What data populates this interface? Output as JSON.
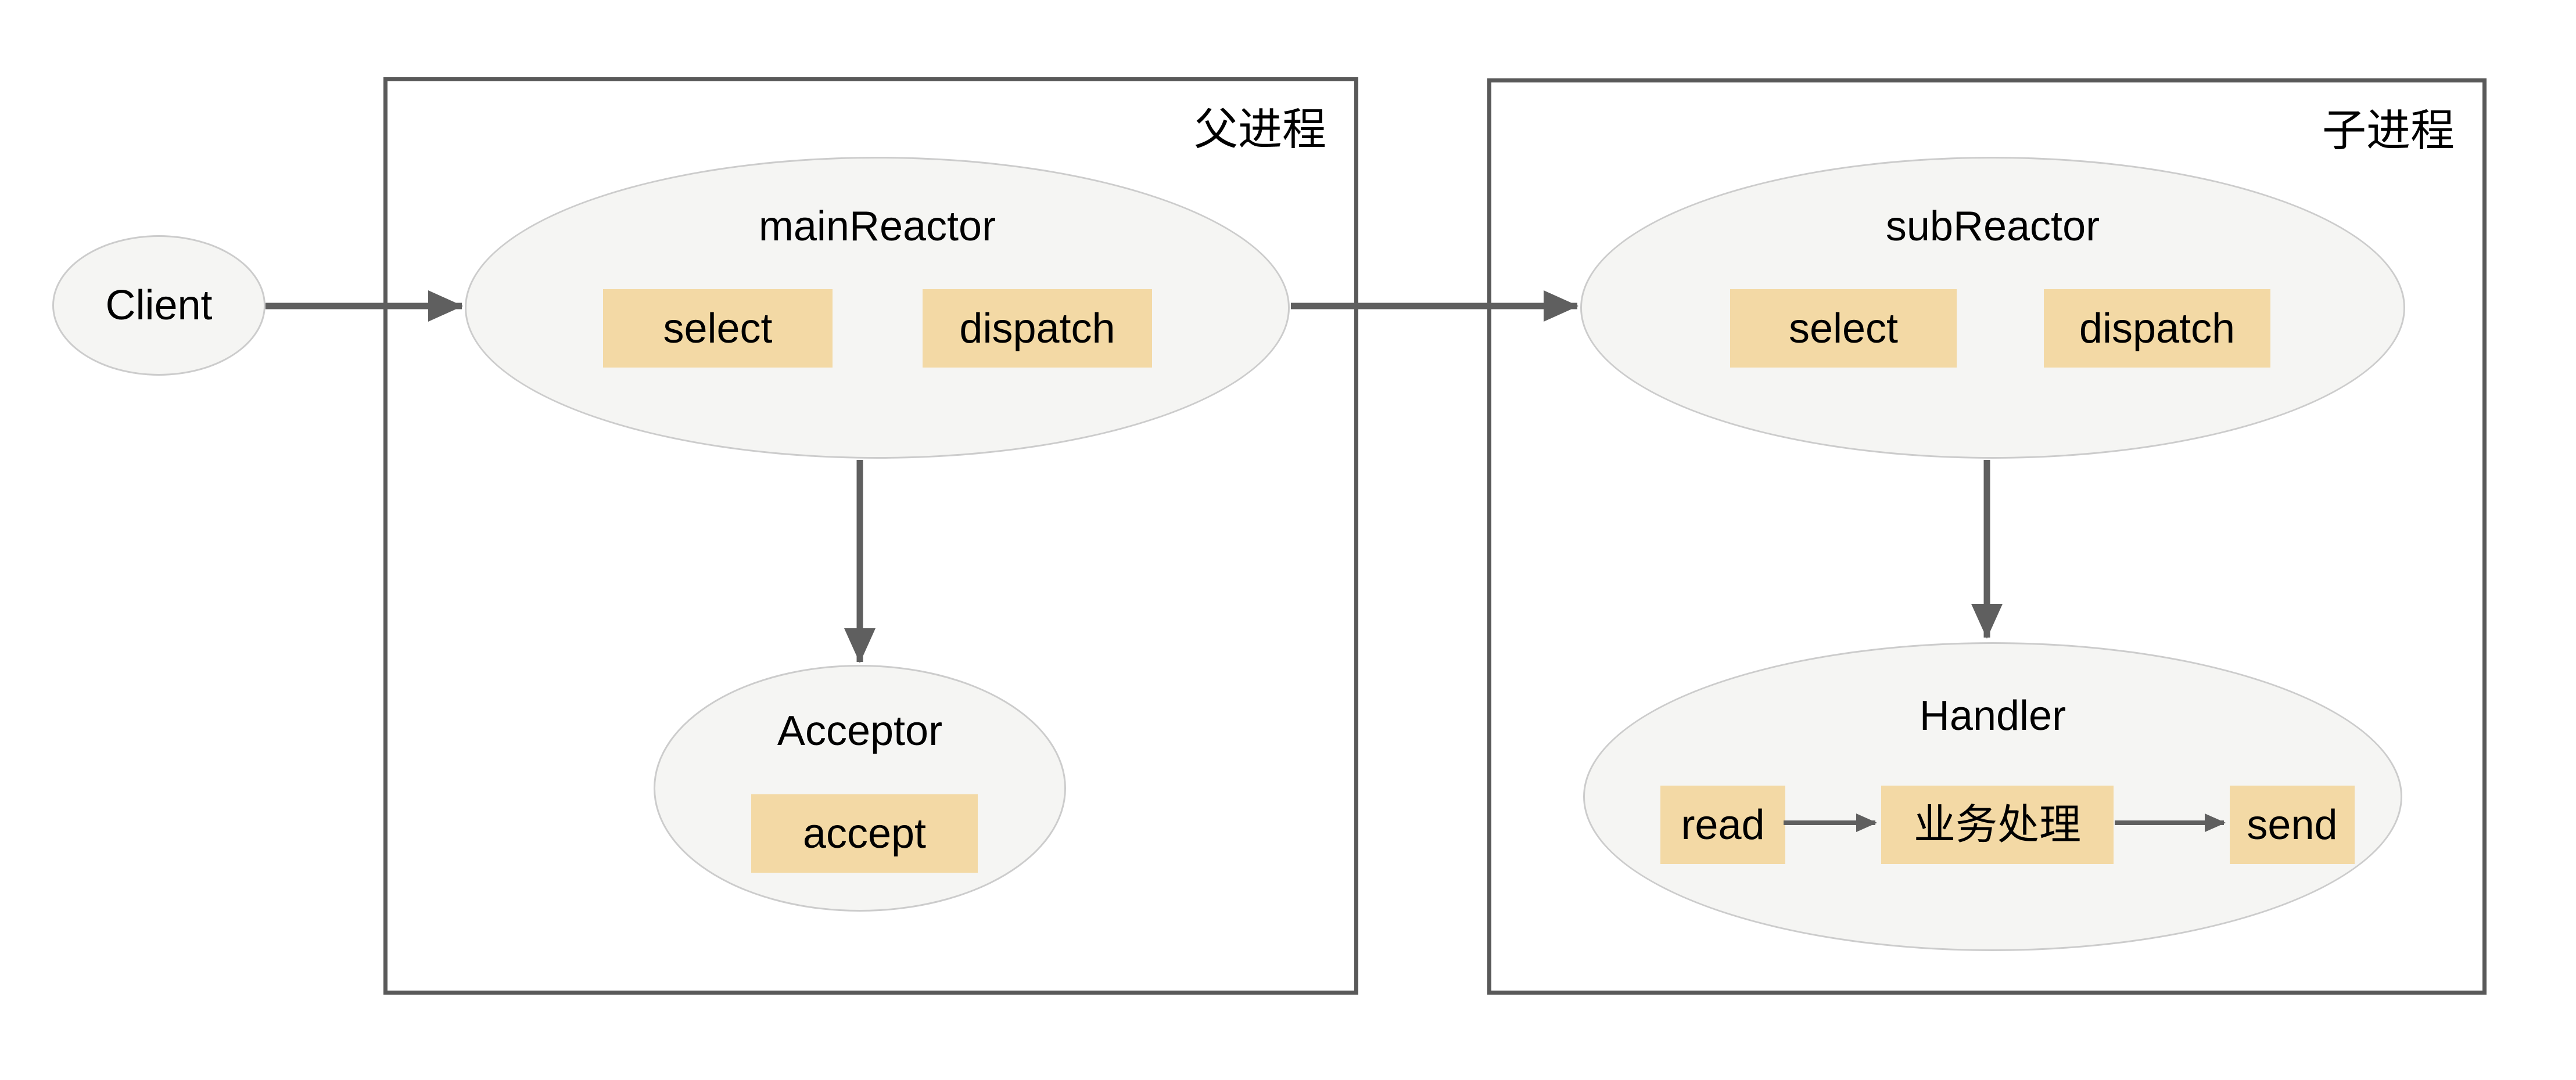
{
  "colors": {
    "accent": "#F3D9A5",
    "ellipse_fill": "#F5F5F3",
    "ellipse_border": "#CCCCCC",
    "box_border": "#595959",
    "arrow": "#5F5F5F",
    "text": "#000000"
  },
  "client": {
    "label": "Client"
  },
  "parent_process": {
    "title": "父进程",
    "main_reactor": {
      "title": "mainReactor",
      "ops": [
        "select",
        "dispatch"
      ]
    },
    "acceptor": {
      "title": "Acceptor",
      "ops": [
        "accept"
      ]
    }
  },
  "child_process": {
    "title": "子进程",
    "sub_reactor": {
      "title": "subReactor",
      "ops": [
        "select",
        "dispatch"
      ]
    },
    "handler": {
      "title": "Handler",
      "steps": [
        "read",
        "业务处理",
        "send"
      ]
    }
  }
}
